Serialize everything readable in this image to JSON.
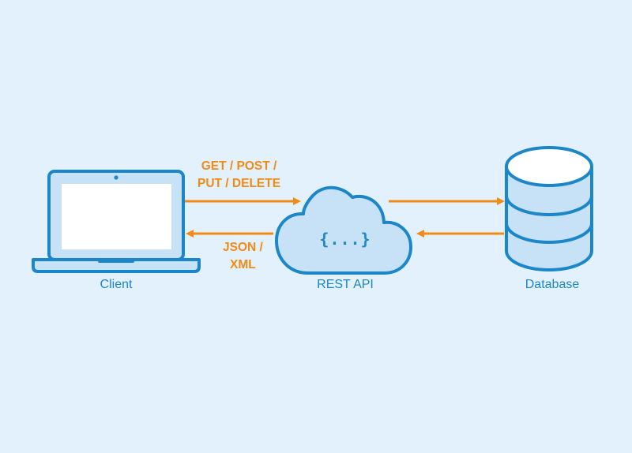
{
  "nodes": {
    "client": {
      "label": "Client",
      "icon": "laptop-icon"
    },
    "api": {
      "label": "REST API",
      "icon": "cloud-icon",
      "symbol": "{...}"
    },
    "database": {
      "label": "Database",
      "icon": "database-icon"
    }
  },
  "edges": {
    "request_line1": "GET / POST /",
    "request_line2": "PUT / DELETE",
    "response_line1": "JSON /",
    "response_line2": "XML"
  },
  "colors": {
    "background": "#e2f1fc",
    "stroke": "#1b86c8",
    "fill": "#c7e2f6",
    "arrow": "#f28a16"
  }
}
